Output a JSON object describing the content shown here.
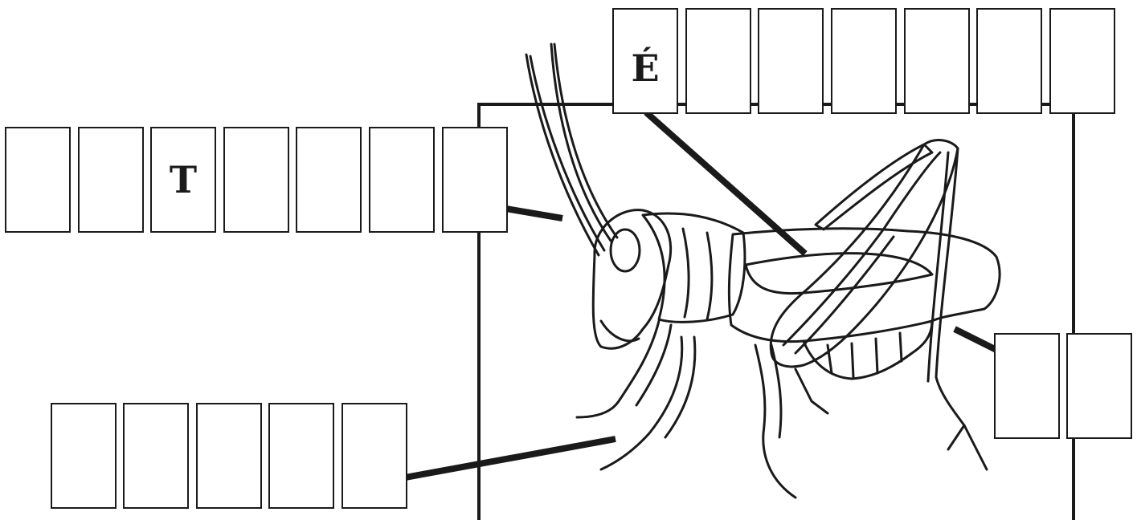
{
  "worksheet": {
    "subject": "grasshopper",
    "colors": {
      "ink": "#1a1a1a",
      "paper": "#ffffff"
    },
    "labels": {
      "antenna": {
        "letters": [
          "",
          "",
          "T",
          "",
          "",
          "",
          ""
        ]
      },
      "wing": {
        "letters": [
          "É",
          "",
          "",
          "",
          "",
          "",
          ""
        ]
      },
      "leg": {
        "letters": [
          "",
          "",
          "",
          "",
          ""
        ]
      },
      "abdomen": {
        "letters": [
          "",
          ""
        ]
      }
    }
  }
}
